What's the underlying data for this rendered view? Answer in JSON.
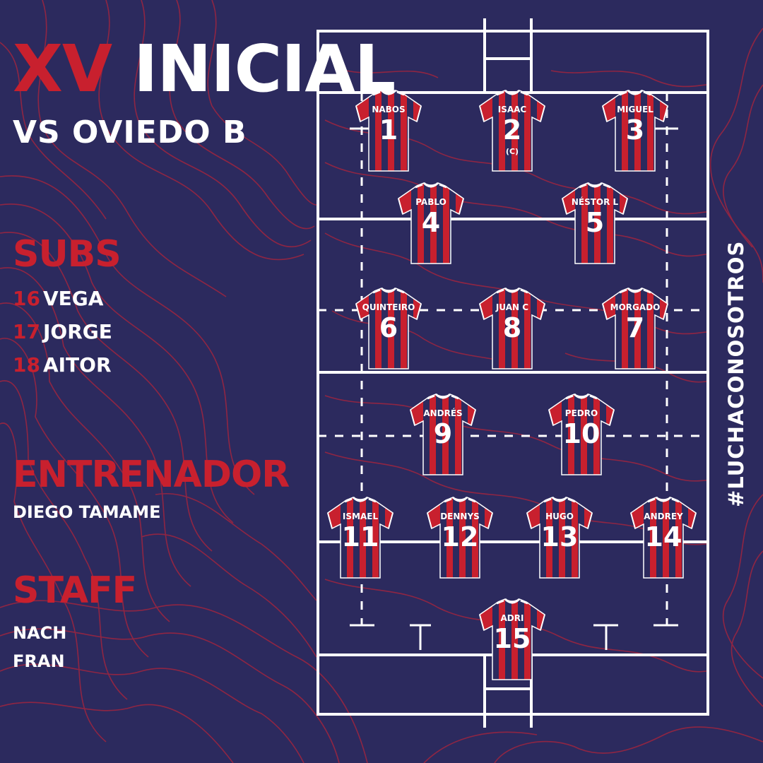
{
  "header": {
    "title_red": "XV",
    "title_white": "INICIAL",
    "subtitle": "VS OVIEDO B"
  },
  "subs": {
    "heading": "SUBS",
    "items": [
      {
        "number": "16",
        "name": "VEGA"
      },
      {
        "number": "17",
        "name": "JORGE"
      },
      {
        "number": "18",
        "name": "AITOR"
      }
    ]
  },
  "coach": {
    "heading": "ENTRENADOR",
    "name": "DIEGO TAMAME"
  },
  "staff": {
    "heading": "STAFF",
    "members": [
      "NACH",
      "FRAN"
    ]
  },
  "hashtag": "#LUCHACONOSOTROS",
  "colors": {
    "background": "#2c2a5e",
    "accent_red": "#c8202e",
    "white": "#ffffff"
  },
  "players": [
    {
      "number": "1",
      "name": "NABOS",
      "note": ""
    },
    {
      "number": "2",
      "name": "ISAAC",
      "note": "(C)"
    },
    {
      "number": "3",
      "name": "MIGUEL",
      "note": ""
    },
    {
      "number": "4",
      "name": "PABLO",
      "note": ""
    },
    {
      "number": "5",
      "name": "NÉSTOR L",
      "note": ""
    },
    {
      "number": "6",
      "name": "QUINTEIRO",
      "note": ""
    },
    {
      "number": "8",
      "name": "JUAN C",
      "note": ""
    },
    {
      "number": "7",
      "name": "MORGADO",
      "note": ""
    },
    {
      "number": "9",
      "name": "ANDRÉS",
      "note": ""
    },
    {
      "number": "10",
      "name": "PEDRO",
      "note": ""
    },
    {
      "number": "11",
      "name": "ISMAEL",
      "note": ""
    },
    {
      "number": "12",
      "name": "DENNYS",
      "note": ""
    },
    {
      "number": "13",
      "name": "HUGO",
      "note": ""
    },
    {
      "number": "14",
      "name": "ANDREY",
      "note": ""
    },
    {
      "number": "15",
      "name": "ADRI",
      "note": ""
    }
  ]
}
